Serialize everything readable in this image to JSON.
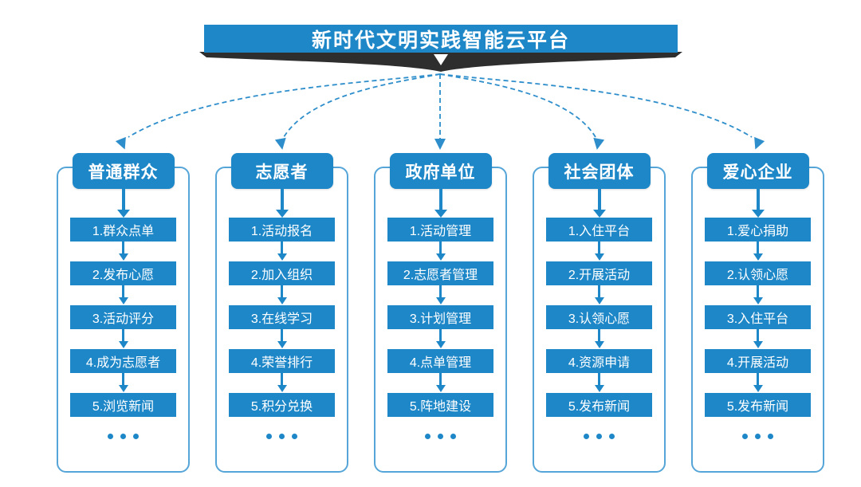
{
  "title": "新时代文明实践智能云平台",
  "ellipsis": "···",
  "colors": {
    "primary_blue": "#1e87c8",
    "outline_blue": "#55a5d8",
    "dash_blue": "#2e8ecb",
    "ribbon_dark": "#2e2e2e",
    "text_white": "#ffffff"
  },
  "icons": {
    "ribbon_arrow": "white-down-triangle-icon",
    "connector_style": "dashed-curved-arrows",
    "more_indicator": "ellipsis-dots-icon"
  },
  "columns": [
    {
      "header": "普通群众",
      "steps": [
        "1.群众点单",
        "2.发布心愿",
        "3.活动评分",
        "4.成为志愿者",
        "5.浏览新闻"
      ]
    },
    {
      "header": "志愿者",
      "steps": [
        "1.活动报名",
        "2.加入组织",
        "3.在线学习",
        "4.荣誉排行",
        "5.积分兑换"
      ]
    },
    {
      "header": "政府单位",
      "steps": [
        "1.活动管理",
        "2.志愿者管理",
        "3.计划管理",
        "4.点单管理",
        "5.阵地建设"
      ]
    },
    {
      "header": "社会团体",
      "steps": [
        "1.入住平台",
        "2.开展活动",
        "3.认领心愿",
        "4.资源申请",
        "5.发布新闻"
      ]
    },
    {
      "header": "爱心企业",
      "steps": [
        "1.爱心捐助",
        "2.认领心愿",
        "3.入住平台",
        "4.开展活动",
        "5.发布新闻"
      ]
    }
  ]
}
